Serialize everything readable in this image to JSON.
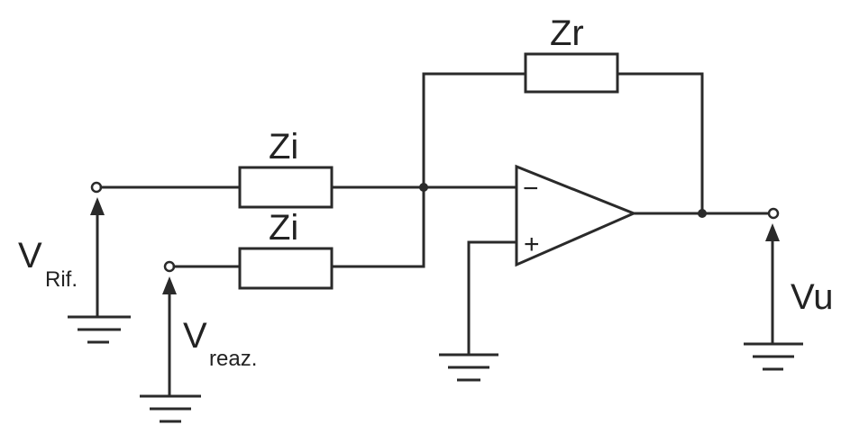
{
  "labels": {
    "zr": "Zr",
    "zi_top": "Zi",
    "zi_bottom": "Zi",
    "v_rif_main": "V",
    "v_rif_sub": "Rif.",
    "v_reaz_main": "V",
    "v_reaz_sub": "reaz.",
    "vu": "Vu",
    "inverting": "−",
    "non_inverting": "+"
  }
}
